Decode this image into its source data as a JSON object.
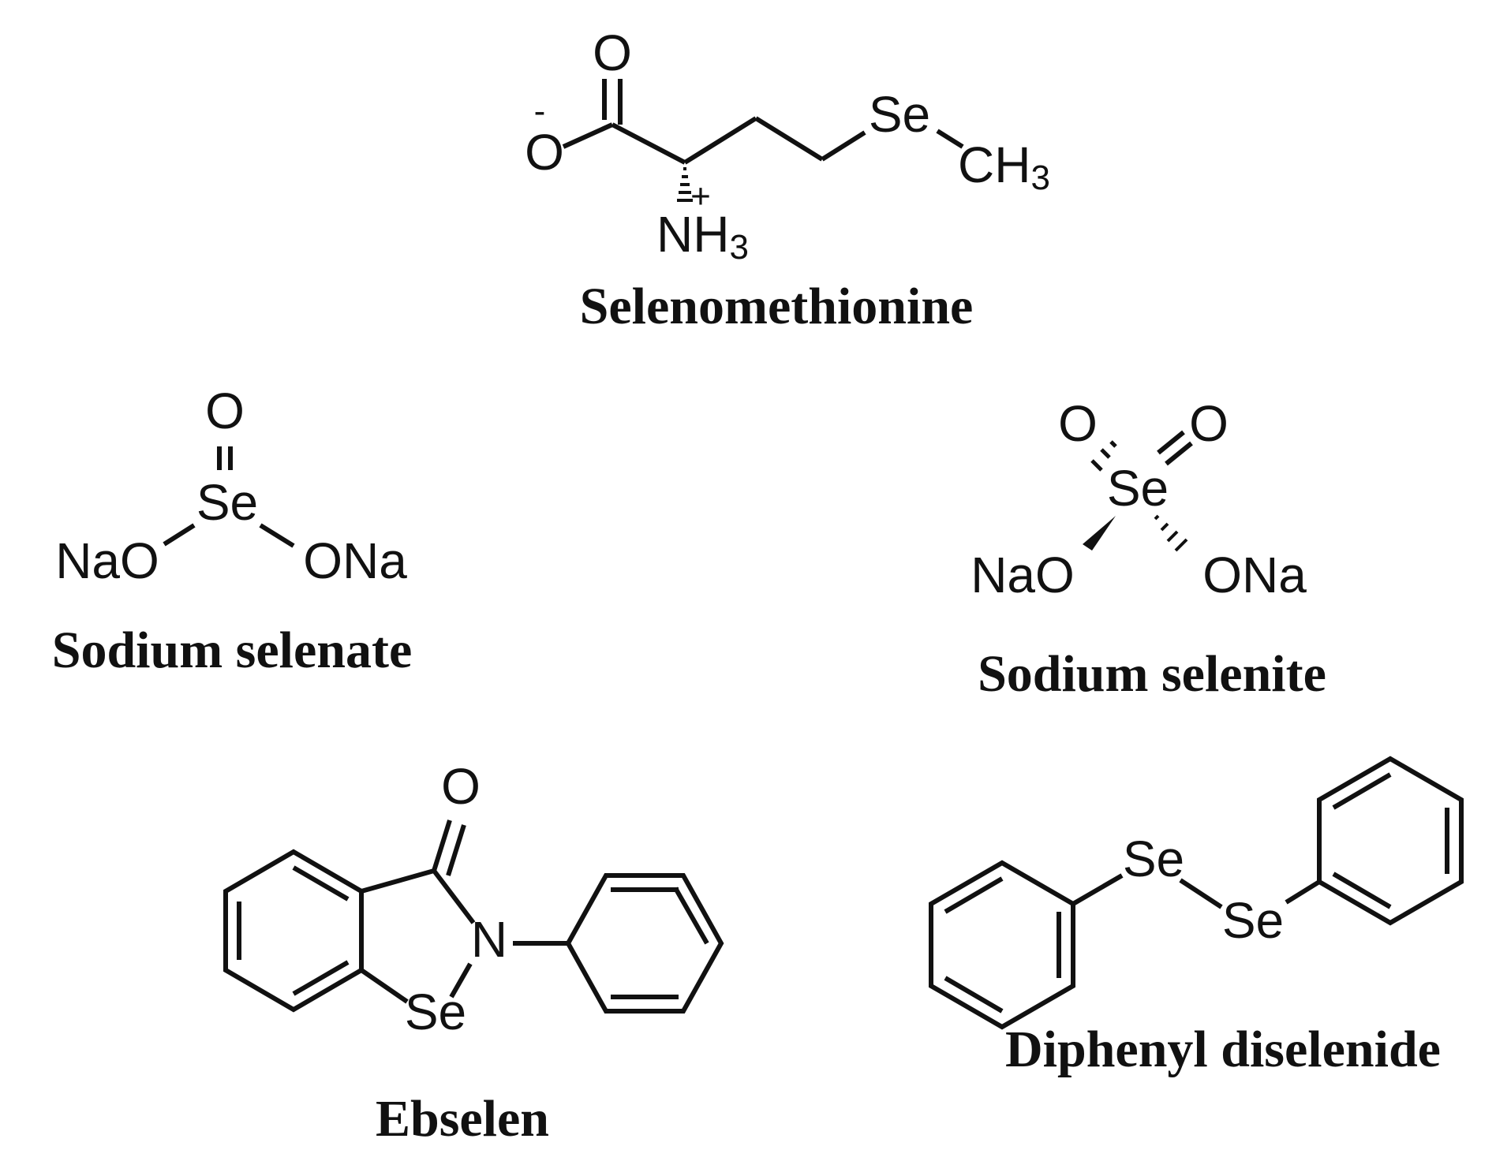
{
  "compounds": {
    "selenomethionine": {
      "name": "Selenomethionine",
      "atoms": {
        "carbonyl_o": "O",
        "anion_o": "O",
        "charge_minus": "-",
        "n": "NH",
        "n_sub": "3",
        "charge_plus": "+",
        "se": "Se",
        "ch": "CH",
        "ch_sub": "3"
      }
    },
    "sodium_selenate": {
      "name": "Sodium selenate",
      "atoms": {
        "o_top": "O",
        "se": "Se",
        "nao": "NaO",
        "ona": "ONa"
      }
    },
    "sodium_selenite": {
      "name": "Sodium selenite",
      "atoms": {
        "o_left": "O",
        "o_right": "O",
        "se": "Se",
        "nao": "NaO",
        "ona": "ONa"
      }
    },
    "ebselen": {
      "name": "Ebselen",
      "atoms": {
        "o": "O",
        "n": "N",
        "se": "Se"
      }
    },
    "diphenyl_diselenide": {
      "name": "Diphenyl diselenide",
      "atoms": {
        "se1": "Se",
        "se2": "Se"
      }
    }
  }
}
